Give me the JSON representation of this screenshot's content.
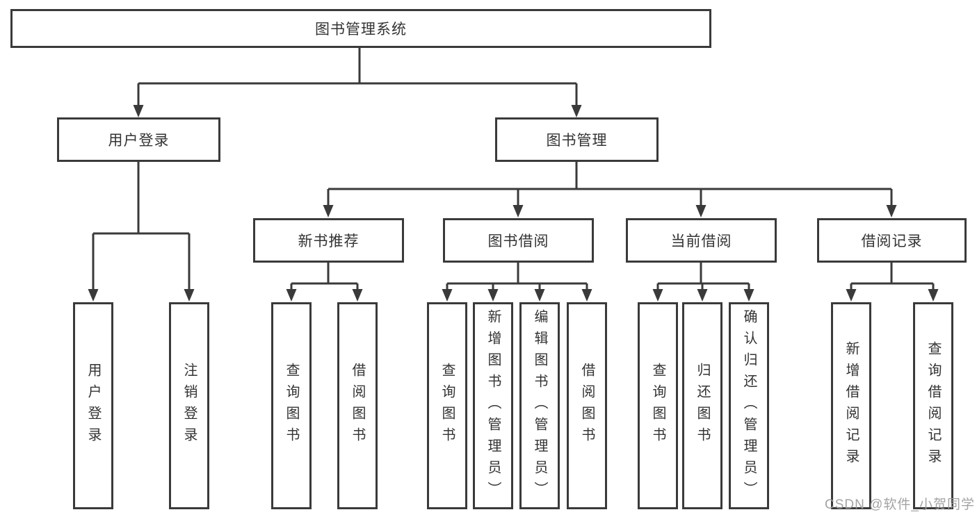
{
  "tree": {
    "root": "图书管理系统",
    "level1": [
      {
        "label": "用户登录",
        "children": [
          "用户登录",
          "注销登录"
        ]
      },
      {
        "label": "图书管理"
      }
    ],
    "level2": [
      {
        "label": "新书推荐",
        "children": [
          "查询图书",
          "借阅图书"
        ]
      },
      {
        "label": "图书借阅",
        "children": [
          "查询图书",
          "新增图书（管理员）",
          "编辑图书（管理员）",
          "借阅图书"
        ]
      },
      {
        "label": "当前借阅",
        "children": [
          "查询图书",
          "归还图书",
          "确认归还（管理员）"
        ]
      },
      {
        "label": "借阅记录",
        "children": [
          "新增借阅记录",
          "查询借阅记录"
        ]
      }
    ]
  },
  "watermark": "CSDN @软件_小贺同学",
  "colors": {
    "line": "#3a3a3a",
    "text": "#333333",
    "background": "#ffffff",
    "watermark": "#9e9e9e"
  }
}
